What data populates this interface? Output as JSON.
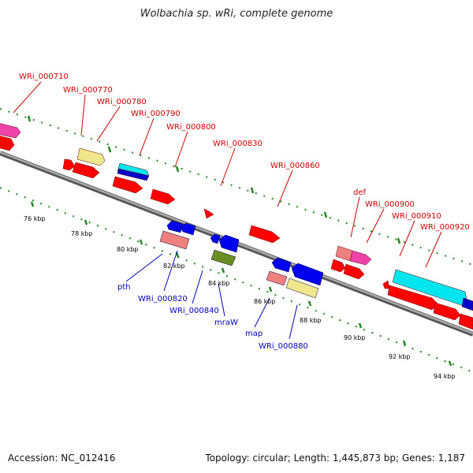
{
  "title": "Wolbachia sp. wRi, complete genome",
  "footer": {
    "accession": "Accession: NC_012416",
    "summary": "Topology: circular; Length: 1,445,873 bp; Genes: 1,187"
  },
  "colors": {
    "forward_label": "#cc0000",
    "reverse_label": "#0000bb",
    "backbone": "#888888",
    "tick": "#228822"
  },
  "kbp_labels": [
    "76 kbp",
    "78 kbp",
    "80 kbp",
    "82 kbp",
    "84 kbp",
    "86 kbp",
    "88 kbp",
    "90 kbp",
    "92 kbp",
    "94 kbp"
  ],
  "forward_labels": [
    "WRi_000710",
    "WRi_000770",
    "WRi_000780",
    "WRi_000790",
    "WRi_000800",
    "WRi_000830",
    "WRi_000860",
    "def",
    "WRi_000900",
    "WRi_000910",
    "WRi_000920"
  ],
  "reverse_labels": [
    "pth",
    "WRi_000820",
    "WRi_000840",
    "mraW",
    "map",
    "WRi_000880"
  ]
}
